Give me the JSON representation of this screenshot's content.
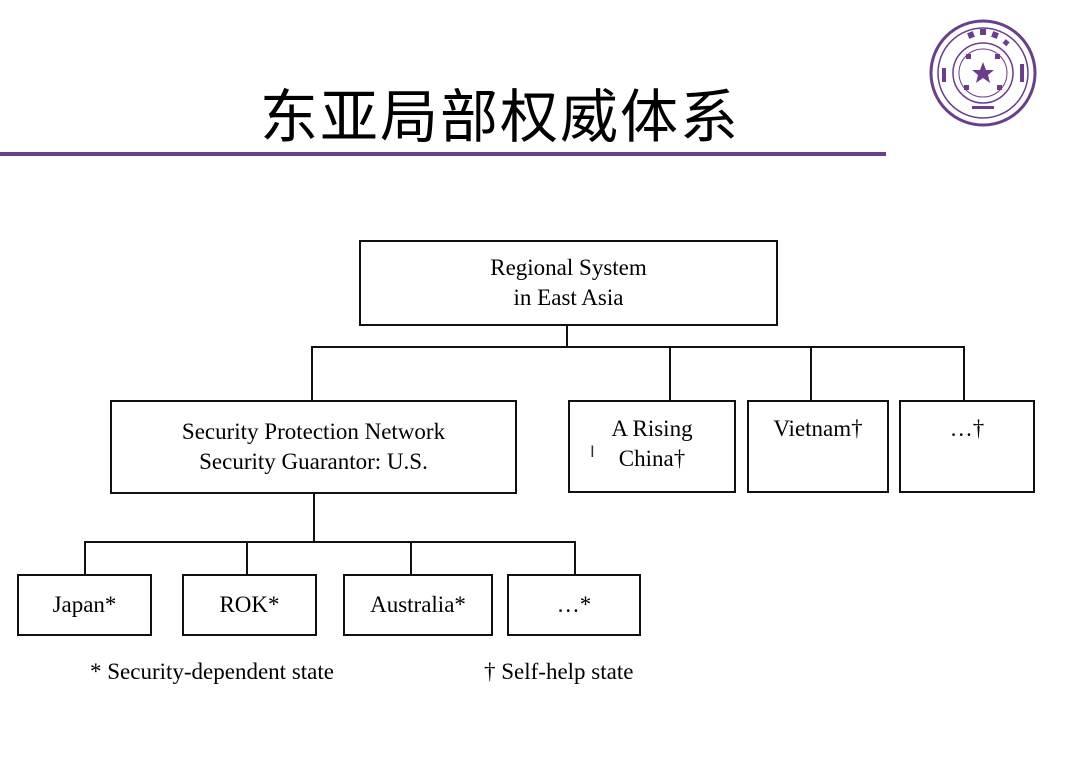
{
  "slide": {
    "title": "东亚局部权威体系"
  },
  "diagram": {
    "root": {
      "line1": "Regional System",
      "line2": "in East Asia"
    },
    "level2": [
      {
        "line1": "Security Protection Network",
        "line2": "Security Guarantor: U.S."
      },
      {
        "line1": "A Rising",
        "line2": "China†"
      },
      {
        "line1": "Vietnam†"
      },
      {
        "line1": "…†"
      }
    ],
    "level3": [
      {
        "label": "Japan*"
      },
      {
        "label": "ROK*"
      },
      {
        "label": "Australia*"
      },
      {
        "label": "…*"
      }
    ]
  },
  "legend": {
    "security_dependent": "* Security-dependent state",
    "self_help": "† Self-help state"
  },
  "logo": {
    "icon": "tsinghua-university-seal",
    "color": "#6b3d8c"
  }
}
